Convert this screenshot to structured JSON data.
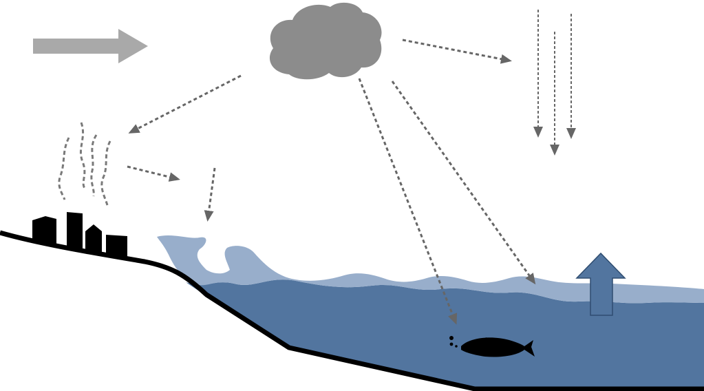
{
  "diagram": {
    "elements": [
      {
        "name": "wind-arrow",
        "icon": "right-arrow-icon",
        "color": "#a9a9a9"
      },
      {
        "name": "cloud",
        "icon": "cloud-icon",
        "color": "#8c8c8c"
      },
      {
        "name": "smoke-plumes",
        "icon": "smoke-icon",
        "color": "#7a7a7a"
      },
      {
        "name": "city-skyline",
        "icon": "buildings-icon",
        "color": "#000000"
      },
      {
        "name": "shoreline",
        "icon": "coastline",
        "color": "#000000"
      },
      {
        "name": "ocean",
        "color": "#52759f"
      },
      {
        "name": "surface-waves",
        "color": "#98aecb"
      },
      {
        "name": "rainfall-arrows",
        "icon": "down-arrow-icon",
        "color": "#666666"
      },
      {
        "name": "upward-flux-arrow",
        "icon": "up-arrow-icon",
        "color": "#52759f"
      },
      {
        "name": "fish",
        "icon": "fish-icon",
        "color": "#000000"
      },
      {
        "name": "dotted-flux-arrows",
        "icon": "dotted-arrow-icon",
        "color": "#666666"
      }
    ],
    "colors": {
      "ocean_deep": "#52759f",
      "ocean_surface": "#98aecb",
      "cloud": "#8c8c8c",
      "wind_arrow": "#a9a9a9",
      "dotted_arrow": "#666666",
      "land_outline": "#000000"
    }
  }
}
